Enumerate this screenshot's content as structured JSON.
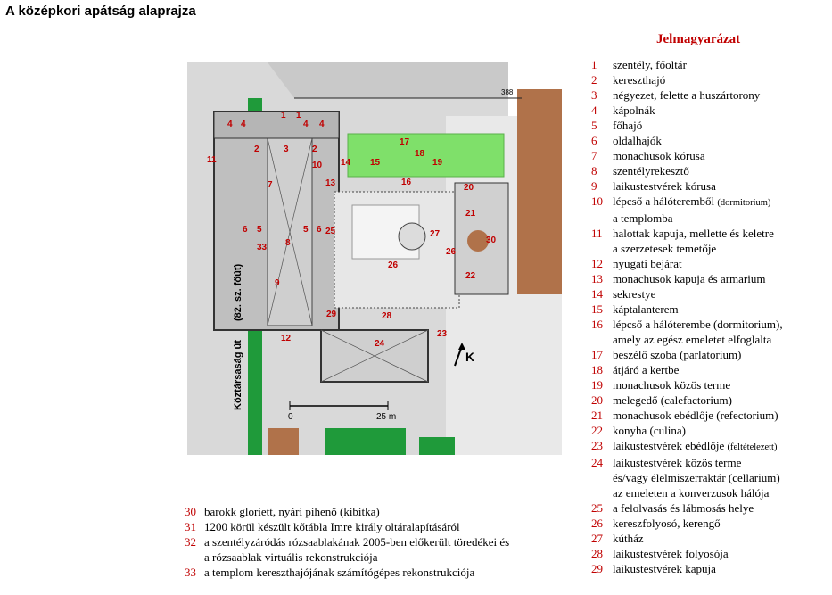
{
  "title": "A középkori apátság alaprajza",
  "legend_title": "Jelmagyarázat",
  "legend": [
    {
      "n": "1",
      "t": "szentély, főoltár"
    },
    {
      "n": "2",
      "t": "kereszthajó"
    },
    {
      "n": "3",
      "t": "négyezet, felette a huszártorony"
    },
    {
      "n": "4",
      "t": "kápolnák"
    },
    {
      "n": "5",
      "t": "főhajó"
    },
    {
      "n": "6",
      "t": "oldalhajók"
    },
    {
      "n": "7",
      "t": "monachusok kórusa"
    },
    {
      "n": "8",
      "t": "szentélyrekesztő"
    },
    {
      "n": "9",
      "t": "laikustestvérek kórusa"
    },
    {
      "n": "10",
      "t": "lépcső a hálóteremből",
      "t_small": "(dormitorium)",
      "t2": "a templomba"
    },
    {
      "n": "11",
      "t": "halottak kapuja, mellette és keletre",
      "t2": "a szerzetesek temetője"
    },
    {
      "n": "12",
      "t": "nyugati bejárat"
    },
    {
      "n": "13",
      "t": "monachusok kapuja és armarium"
    },
    {
      "n": "14",
      "t": "sekrestye"
    },
    {
      "n": "15",
      "t": "káptalanterem"
    },
    {
      "n": "16",
      "t": "lépcső a hálóterembe (dormitorium),",
      "t2": "amely az egész emeletet elfoglalta"
    },
    {
      "n": "17",
      "t": "beszélő szoba (parlatorium)"
    },
    {
      "n": "18",
      "t": "átjáró a kertbe"
    },
    {
      "n": "19",
      "t": "monachusok közös terme"
    },
    {
      "n": "20",
      "t": "melegedő (calefactorium)"
    },
    {
      "n": "21",
      "t": "monachusok ebédlője (refectorium)"
    },
    {
      "n": "22",
      "t": "konyha (culina)"
    },
    {
      "n": "23",
      "t": "laikustestvérek ebédlője",
      "t_small": "(feltételezett)"
    },
    {
      "n": "24",
      "t": "laikustestvérek közös terme",
      "t2": "és/vagy élelmiszerraktár (cellarium)",
      "t3": "az emeleten a konverzusok hálója"
    },
    {
      "n": "25",
      "t": "a felolvasás és lábmosás helye"
    },
    {
      "n": "26",
      "t": "kereszfolyosó, kerengő"
    },
    {
      "n": "27",
      "t": "kútház"
    },
    {
      "n": "28",
      "t": "laikustestvérek folyosója"
    },
    {
      "n": "29",
      "t": "laikustestvérek kapuja"
    }
  ],
  "bottom_legend": [
    {
      "n": "30",
      "t": "barokk gloriett, nyári pihenő (kibitka)"
    },
    {
      "n": "31",
      "t": "1200 körül készült kőtábla Imre király oltáralapításáról"
    },
    {
      "n": "32",
      "t": "a szentélyzáródás rózsaablakának 2005-ben előkerült töredékei és",
      "t2": "a rózsaablak virtuális rekonstrukciója"
    },
    {
      "n": "33",
      "t": "a templom kereszthajójának számítógépes rekonstrukciója"
    }
  ],
  "map": {
    "road_label": "Köztársaság út",
    "road_label2": "(82. sz. főút)",
    "north_label": "K",
    "scale_0": "0",
    "scale_25": "25 m",
    "plot_number": "388",
    "labels": [
      "1",
      "1",
      "2",
      "2",
      "3",
      "4",
      "4",
      "4",
      "4",
      "5",
      "5",
      "6",
      "6",
      "7",
      "8",
      "9",
      "10",
      "11",
      "12",
      "13",
      "14",
      "15",
      "16",
      "17",
      "18",
      "19",
      "20",
      "21",
      "22",
      "23",
      "24",
      "25",
      "26",
      "26",
      "27",
      "28",
      "29",
      "30",
      "33"
    ]
  },
  "colors": {
    "accent_red": "#c00000",
    "green": "#1f9a3a",
    "light_green": "#7fe06a",
    "brown": "#b0724a"
  }
}
